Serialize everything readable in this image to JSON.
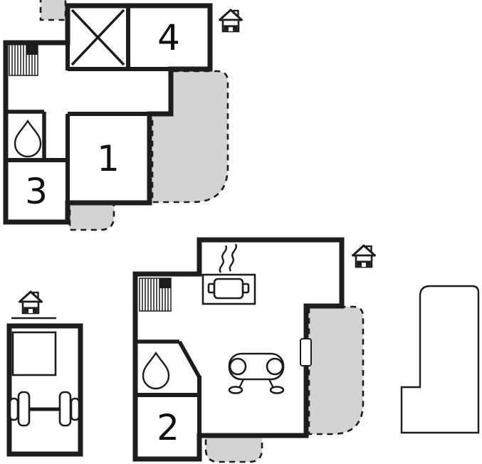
{
  "rooms": {
    "room1": {
      "label": "1"
    },
    "room2": {
      "label": "2"
    },
    "room3": {
      "label": "3"
    },
    "room4": {
      "label": "4"
    }
  },
  "colors": {
    "wall": "#1d1d1d",
    "label": "#111111",
    "terrace": "#d3d3d3",
    "pool": "#c6f4fa",
    "water": "#a9e8f8"
  },
  "icons": {
    "floor_marker": "house-icon",
    "stairs": "stairs-icon",
    "bathroom": "water-drop-icon",
    "kitchen": "cooking-pot-with-steam-icon",
    "living_area": "sofa-icon",
    "crossed_room": "x-mark",
    "annex_furniture": "bed-square-icon",
    "annex_equipment": "dumbbell-icon",
    "terrace_areas": "dashed-terrace-area",
    "pool": "swimming-pool-shape"
  }
}
